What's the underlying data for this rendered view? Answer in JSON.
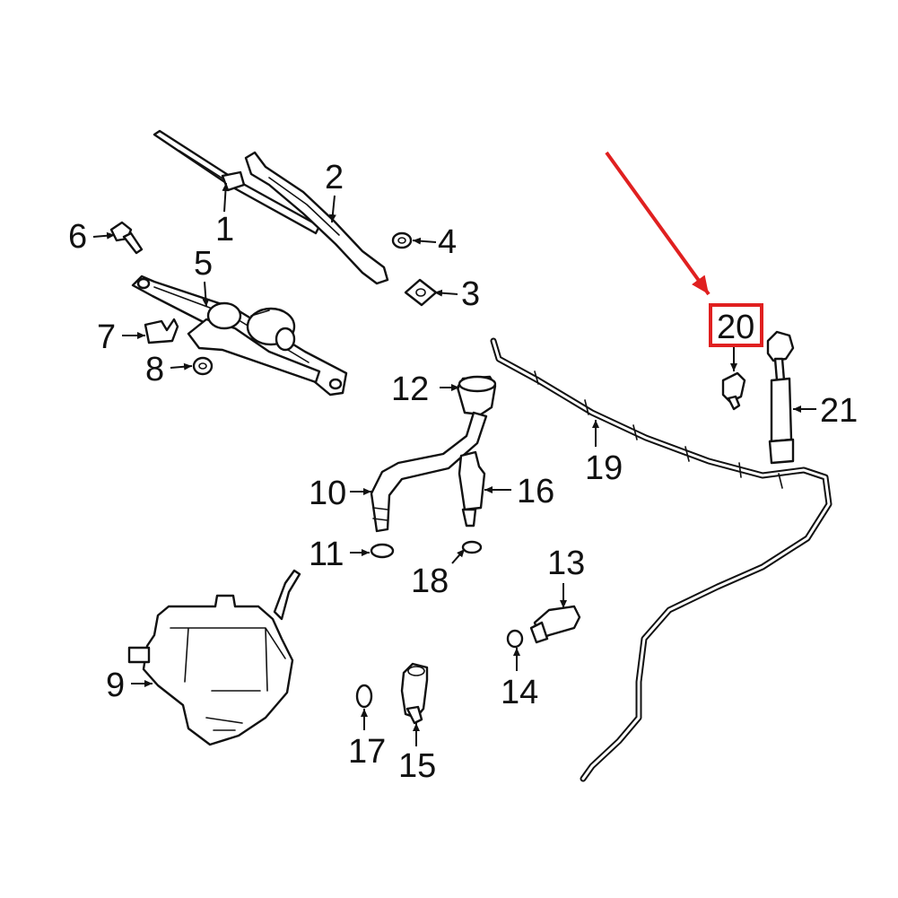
{
  "highlight": {
    "color": "#e02020",
    "part": "20"
  },
  "callouts": {
    "c1": "1",
    "c2": "2",
    "c3": "3",
    "c4": "4",
    "c5": "5",
    "c6": "6",
    "c7": "7",
    "c8": "8",
    "c9": "9",
    "c10": "10",
    "c11": "11",
    "c12": "12",
    "c13": "13",
    "c14": "14",
    "c15": "15",
    "c16": "16",
    "c17": "17",
    "c18": "18",
    "c19": "19",
    "c20": "20",
    "c21": "21"
  }
}
